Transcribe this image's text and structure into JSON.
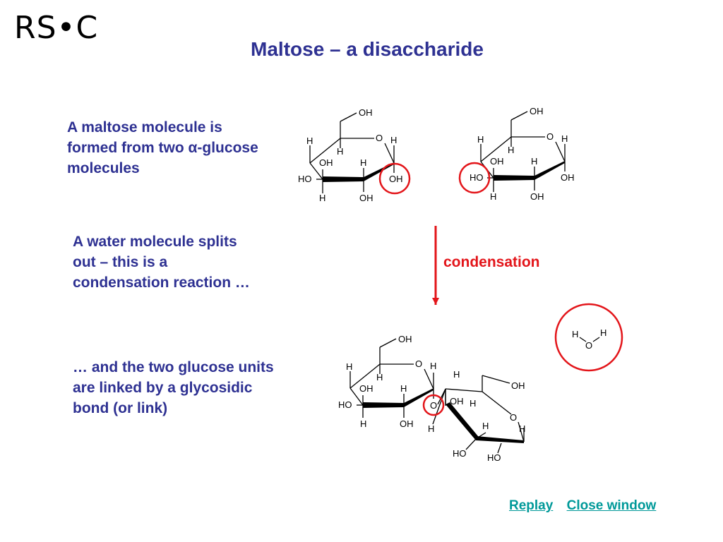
{
  "logo": "RS•C",
  "title": "Maltose – a disaccharide",
  "paragraphs": {
    "p1": "A maltose molecule is formed from two α-glucose molecules",
    "p2": "A water molecule splits out – this is a condensation reaction …",
    "p3": "… and the two glucose units are linked by a glycosidic bond (or link)"
  },
  "arrow_label": "condensation",
  "nav": {
    "replay": "Replay",
    "close": "Close window"
  },
  "atoms": {
    "OH": "OH",
    "HO": "HO",
    "H": "H",
    "O": "O"
  },
  "colors": {
    "title": "#2e3192",
    "highlight": "#e3151a",
    "link": "#009999"
  }
}
